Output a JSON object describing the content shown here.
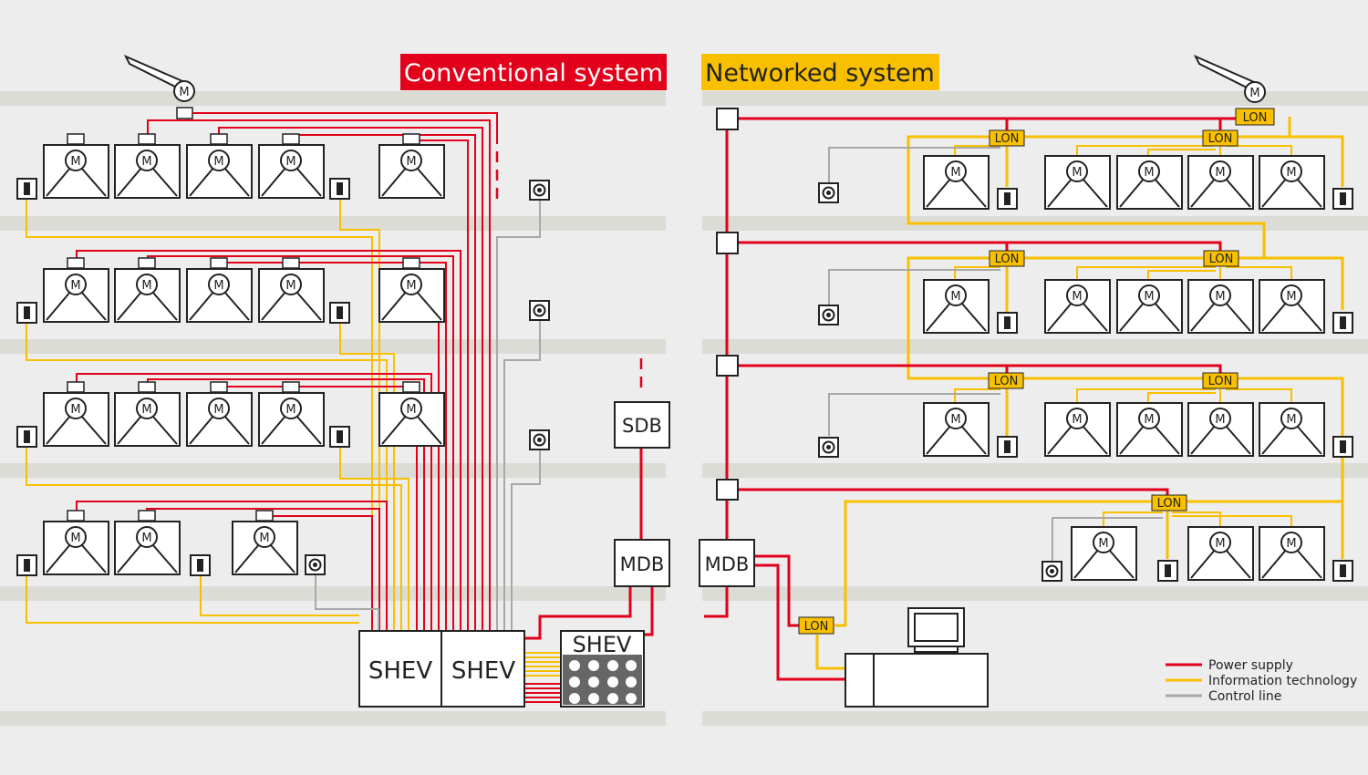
{
  "titles": {
    "conventional": "Conventional system",
    "networked": "Networked system"
  },
  "labels": {
    "motor": "M",
    "lon": "LON",
    "shev": "SHEV",
    "sdb": "SDB",
    "mdb": "MDB"
  },
  "legend": {
    "power": "Power supply",
    "it": "Information technology",
    "control": "Control line"
  },
  "colors": {
    "power": "#e2001a",
    "it": "#f8c000",
    "control": "#a8a8a8",
    "title_conventional_bg": "#e2001a",
    "title_networked_bg": "#f8c000",
    "floor_slab": "#dcdcd6",
    "background": "#ededed"
  }
}
